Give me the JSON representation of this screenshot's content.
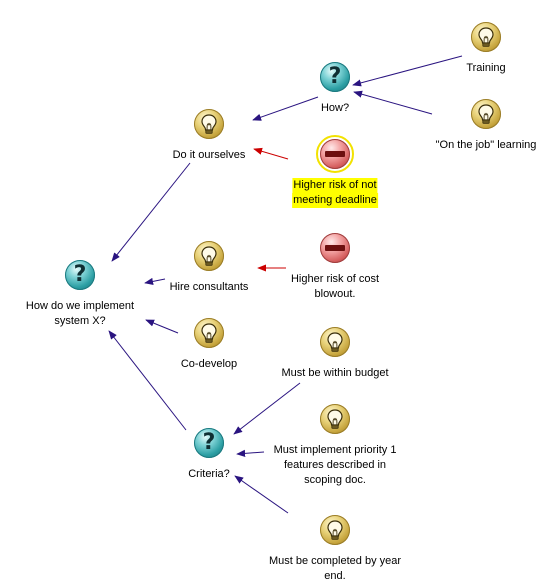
{
  "colors": {
    "link": "#2a1480",
    "con_link": "#cc0000",
    "highlight": "#ffff00"
  },
  "nodes": {
    "root": {
      "type": "question",
      "icon": "question-icon",
      "lines": [
        "How do we implement",
        "system X?"
      ]
    },
    "do_ourselves": {
      "type": "idea",
      "icon": "lightbulb-icon",
      "lines": [
        "Do it ourselves"
      ]
    },
    "how": {
      "type": "question",
      "icon": "question-icon",
      "lines": [
        "How?"
      ]
    },
    "training": {
      "type": "idea",
      "icon": "lightbulb-icon",
      "lines": [
        "Training"
      ]
    },
    "on_job": {
      "type": "idea",
      "icon": "lightbulb-icon",
      "lines": [
        "\"On the job\" learning"
      ]
    },
    "risk_deadline": {
      "type": "con",
      "icon": "minus-icon",
      "lines": [
        "Higher risk of not",
        "meeting deadline"
      ],
      "selected": true
    },
    "hire": {
      "type": "idea",
      "icon": "lightbulb-icon",
      "lines": [
        "Hire consultants"
      ]
    },
    "risk_cost": {
      "type": "con",
      "icon": "minus-icon",
      "lines": [
        "Higher risk of cost",
        "blowout."
      ]
    },
    "codevelop": {
      "type": "idea",
      "icon": "lightbulb-icon",
      "lines": [
        "Co-develop"
      ]
    },
    "criteria": {
      "type": "question",
      "icon": "question-icon",
      "lines": [
        "Criteria?"
      ]
    },
    "budget": {
      "type": "idea",
      "icon": "lightbulb-icon",
      "lines": [
        "Must be within budget"
      ]
    },
    "priority": {
      "type": "idea",
      "icon": "lightbulb-icon",
      "lines": [
        "Must implement priority 1",
        "features  described in",
        "scoping doc."
      ]
    },
    "year_end": {
      "type": "idea",
      "icon": "lightbulb-icon",
      "lines": [
        "Must be completed by year",
        "end."
      ]
    }
  },
  "links": [
    {
      "from": "do_ourselves",
      "to": "root",
      "kind": "normal"
    },
    {
      "from": "hire",
      "to": "root",
      "kind": "normal"
    },
    {
      "from": "codevelop",
      "to": "root",
      "kind": "normal"
    },
    {
      "from": "criteria",
      "to": "root",
      "kind": "normal"
    },
    {
      "from": "how",
      "to": "do_ourselves",
      "kind": "normal"
    },
    {
      "from": "training",
      "to": "how",
      "kind": "normal"
    },
    {
      "from": "on_job",
      "to": "how",
      "kind": "normal"
    },
    {
      "from": "risk_deadline",
      "to": "do_ourselves",
      "kind": "con"
    },
    {
      "from": "risk_cost",
      "to": "hire",
      "kind": "con"
    },
    {
      "from": "budget",
      "to": "criteria",
      "kind": "normal"
    },
    {
      "from": "priority",
      "to": "criteria",
      "kind": "normal"
    },
    {
      "from": "year_end",
      "to": "criteria",
      "kind": "normal"
    }
  ]
}
